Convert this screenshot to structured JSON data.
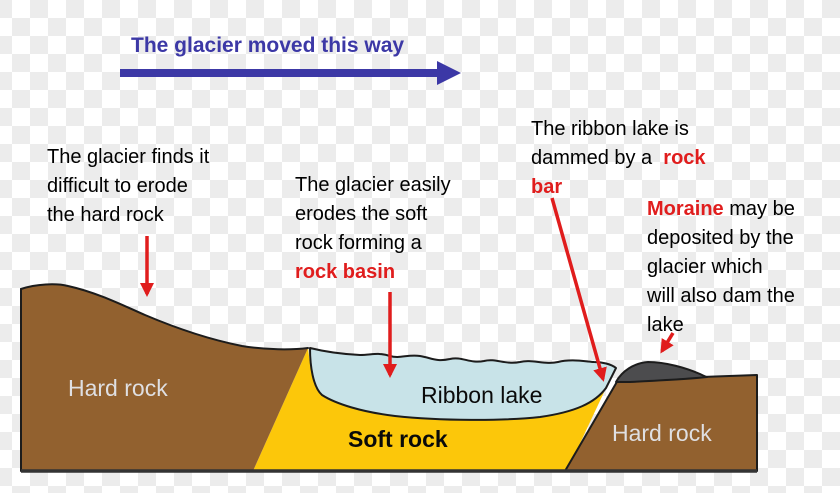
{
  "title": {
    "text": "The glacier moved this way"
  },
  "annotations": {
    "hard_left": {
      "line1": "The glacier finds it",
      "line2": "difficult to erode",
      "line3": "the hard rock"
    },
    "soft": {
      "line1": "The glacier easily",
      "line2": "erodes the soft",
      "line3": "rock forming a",
      "line4_red": "rock basin"
    },
    "ribbon": {
      "line1": "The ribbon lake is",
      "line2_black": "dammed by a  ",
      "line2_red": "rock",
      "line3_red": "bar"
    },
    "moraine": {
      "line1_red": "Moraine",
      "line1_black": " may be",
      "line2": "deposited by the",
      "line3": "glacier which",
      "line4": "will also dam the",
      "line5": "lake"
    }
  },
  "labels": {
    "hard_rock_left": "Hard rock",
    "soft_rock": "Soft rock",
    "ribbon_lake": "Ribbon lake",
    "hard_rock_right": "Hard rock"
  },
  "colors": {
    "accent_blue": "#3c38a6",
    "annotation_red": "#e01d1d",
    "text_black": "#000000",
    "hard_rock_brown": "#92612f",
    "soft_rock_yellow": "#fcc70a",
    "lake_blue": "#c8e3e8",
    "moraine_gray": "#4c4c4e",
    "outline": "#1c1c1c",
    "rock_label_light": "#dfdfe2",
    "transparency_checker": "#ececec"
  }
}
